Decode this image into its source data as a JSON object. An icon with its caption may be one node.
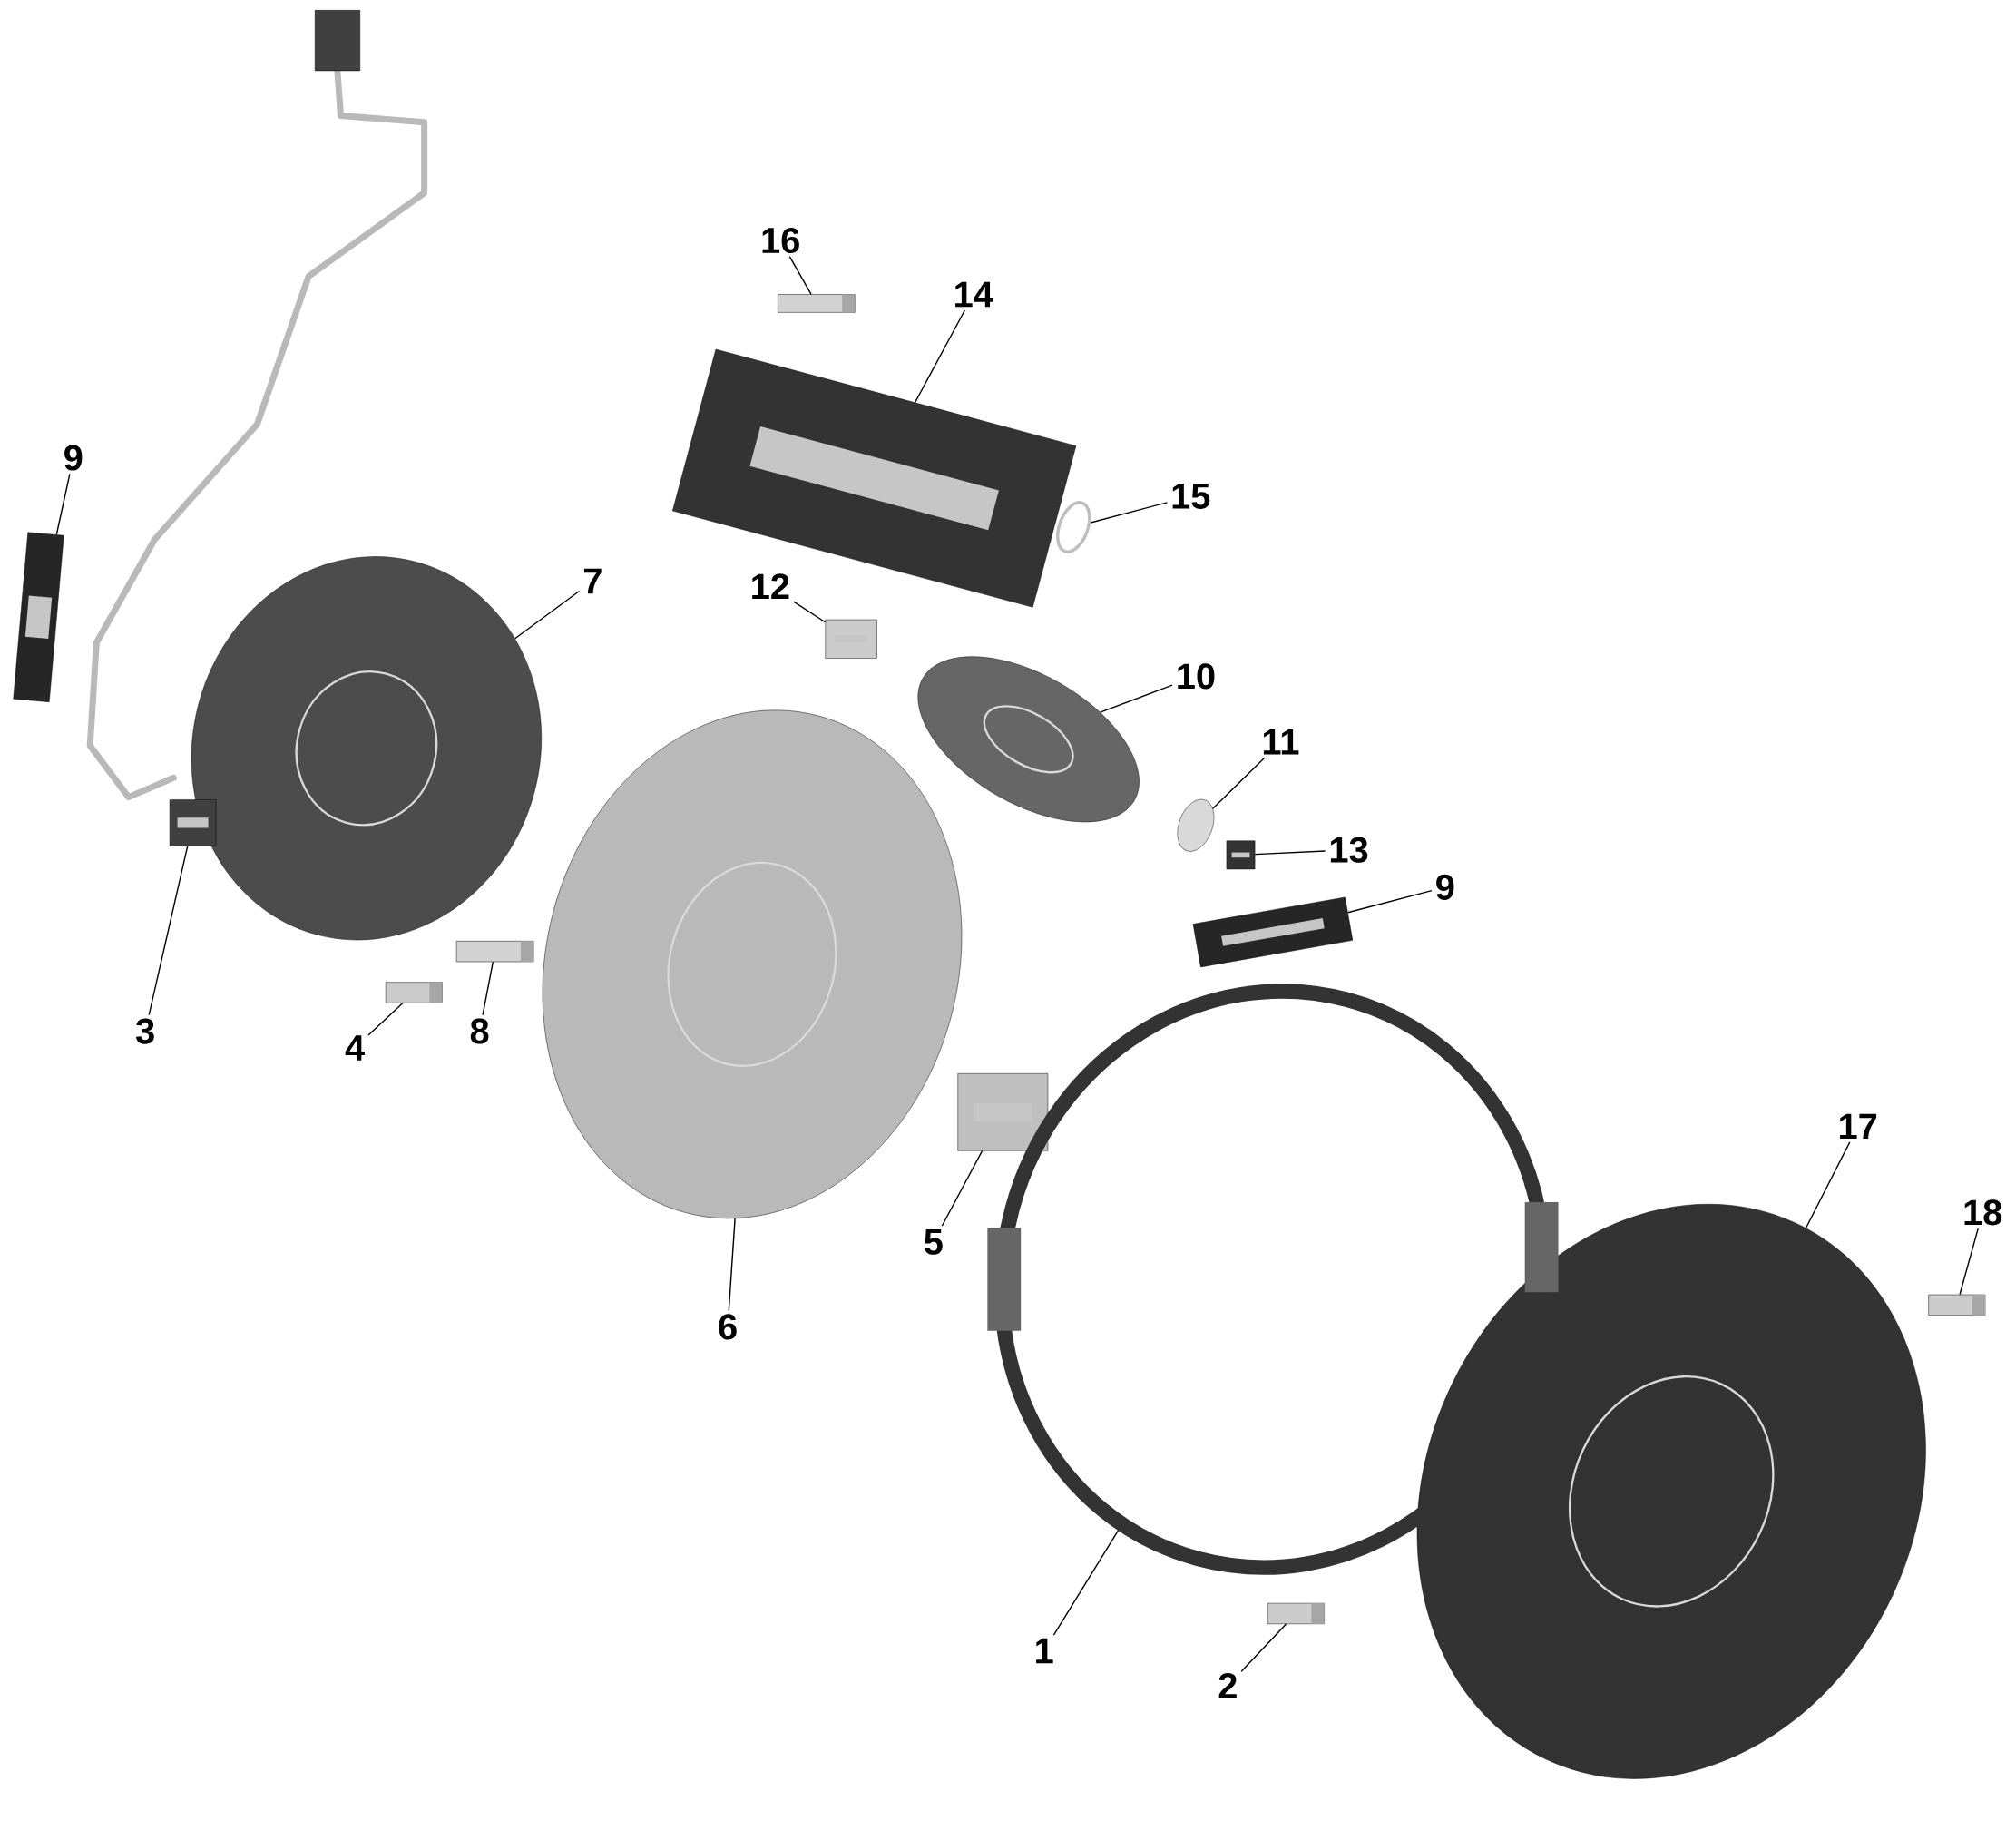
{
  "diagram": {
    "nodes": [
      {
        "text": [
          "16"
        ]
      },
      {
        "text": [
          "14"
        ]
      },
      {
        "text": [
          "9"
        ]
      },
      {
        "text": [
          "15"
        ]
      },
      {
        "text": [
          "7"
        ]
      },
      {
        "text": [
          "12"
        ]
      },
      {
        "text": [
          "10"
        ]
      },
      {
        "text": [
          "11"
        ]
      },
      {
        "text": [
          "13"
        ]
      },
      {
        "text": [
          "9"
        ]
      },
      {
        "text": [
          "3"
        ]
      },
      {
        "text": [
          "8"
        ]
      },
      {
        "text": [
          "4"
        ]
      },
      {
        "text": [
          "17"
        ]
      },
      {
        "text": [
          "18"
        ]
      },
      {
        "text": [
          "5"
        ]
      },
      {
        "text": [
          "6"
        ]
      },
      {
        "text": [
          "1"
        ]
      },
      {
        "text": [
          "2"
        ]
      },
      {
        "text": [],
        "shape": "picture"
      },
      {
        "text": [],
        "shape": "picture"
      },
      {
        "text": [],
        "shape": "picture"
      },
      {
        "text": [],
        "shape": "picture"
      },
      {
        "text": [],
        "shape": "picture"
      },
      {
        "text": [],
        "shape": "picture"
      },
      {
        "text": [],
        "shape": "picture"
      },
      {
        "text": [],
        "shape": "picture"
      },
      {
        "text": [],
        "shape": "picture"
      },
      {
        "text": [],
        "shape": "picture"
      },
      {
        "text": [],
        "shape": "picture"
      },
      {
        "text": [],
        "shape": "picture"
      },
      {
        "text": [],
        "shape": "picture"
      },
      {
        "text": [],
        "shape": "picture"
      },
      {
        "text": [],
        "shape": "picture"
      },
      {
        "text": [],
        "shape": "picture"
      },
      {
        "text": [],
        "shape": "picture"
      },
      {
        "text": [],
        "shape": "circle"
      },
      {
        "text": [],
        "shape": "picture"
      }
    ],
    "edges": [
      {
        "from": 0,
        "to": 19,
        "arrow": "none"
      },
      {
        "from": 1,
        "to": 20,
        "arrow": "none"
      },
      {
        "from": 2,
        "to": 21,
        "arrow": "none"
      },
      {
        "from": 3,
        "to": 22,
        "arrow": "none"
      },
      {
        "from": 4,
        "to": 23,
        "arrow": "none"
      },
      {
        "from": 5,
        "to": 24,
        "arrow": "none"
      },
      {
        "from": 6,
        "to": 25,
        "arrow": "none"
      },
      {
        "from": 7,
        "to": 26,
        "arrow": "none"
      },
      {
        "from": 8,
        "to": 27,
        "arrow": "none"
      },
      {
        "from": 9,
        "to": 28,
        "arrow": "none"
      },
      {
        "from": 10,
        "to": 29,
        "arrow": "none"
      },
      {
        "from": 11,
        "to": 30,
        "arrow": "none"
      },
      {
        "from": 12,
        "to": 31,
        "arrow": "none"
      },
      {
        "from": 13,
        "to": 32,
        "arrow": "none"
      },
      {
        "from": 14,
        "to": 33,
        "arrow": "none"
      },
      {
        "from": 15,
        "to": 34,
        "arrow": "none"
      },
      {
        "from": 16,
        "to": 35,
        "arrow": "none"
      },
      {
        "from": 17,
        "to": 36,
        "arrow": "none"
      },
      {
        "from": 18,
        "to": 37,
        "arrow": "none"
      }
    ]
  }
}
